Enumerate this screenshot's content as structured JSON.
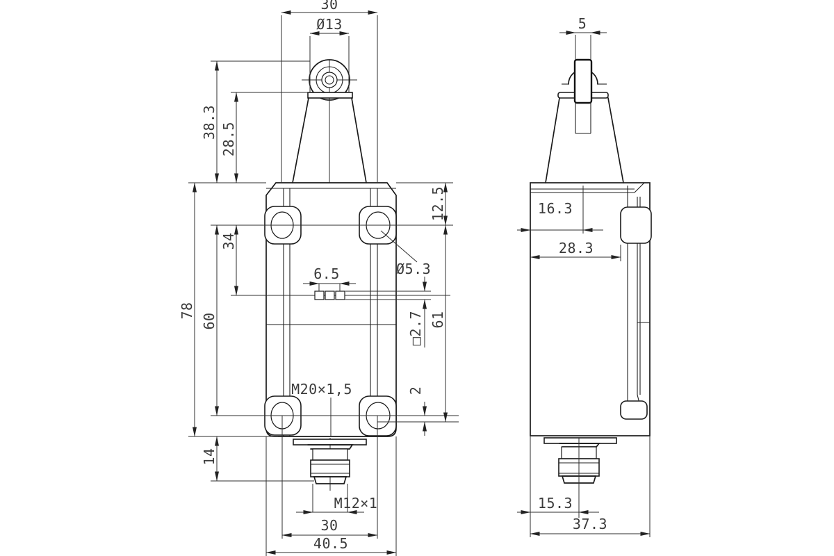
{
  "drawing": {
    "type": "technical-dimension-drawing",
    "subject": "limit switch with top roller plunger, front view and side view, metric dimensions",
    "units": "mm",
    "colors": {
      "background": "#ffffff",
      "part_line": "#1a1a1a",
      "dimension_text": "#3b3b3b"
    }
  },
  "labels": {
    "front": {
      "head_width": "30",
      "roller_diameter": "Ø13",
      "roller_top_height": "38.3",
      "head_height": "28.5",
      "body_height": "78",
      "hole_spacing_vertical": "60",
      "hole_to_cable_axis": "34",
      "bottom_extension": "14",
      "cable_slot_width": "6.5",
      "mount_hole_diameter": "Ø5.3",
      "cable_square": "□2.7",
      "hole_axis_span": "61",
      "top_hole_offset": "12.5",
      "bottom_hole_offset": "2",
      "conduit_thread": "M20×1,5",
      "connector_thread": "M12×1",
      "hole_spacing_horizontal": "30",
      "body_width": "40.5"
    },
    "side": {
      "roller_width": "5",
      "plunger_axis_offset": "16.3",
      "head_depth": "28.3",
      "connector_axis_offset": "15.3",
      "body_depth": "37.3"
    }
  }
}
